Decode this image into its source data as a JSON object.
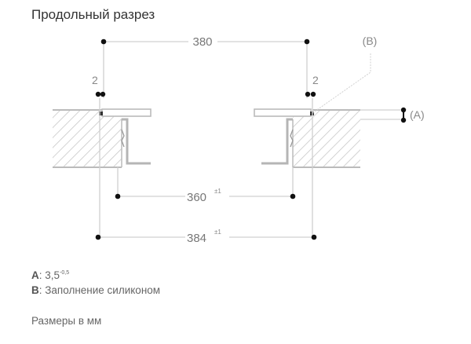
{
  "title": "Продольный разрез",
  "diagram": {
    "dimensions": {
      "top_width": "380",
      "inner_width": "360",
      "inner_width_tol": "±1",
      "outer_width": "384",
      "outer_width_tol": "±1",
      "gap_left": "2",
      "gap_right": "2",
      "label_a": "(A)",
      "label_b": "(B)"
    }
  },
  "legend": {
    "a_key": "A",
    "a_value": "3,5",
    "a_tol": "-0,5",
    "b_key": "B",
    "b_value": "Заполнение силиконом",
    "units_note": "Размеры в мм"
  }
}
